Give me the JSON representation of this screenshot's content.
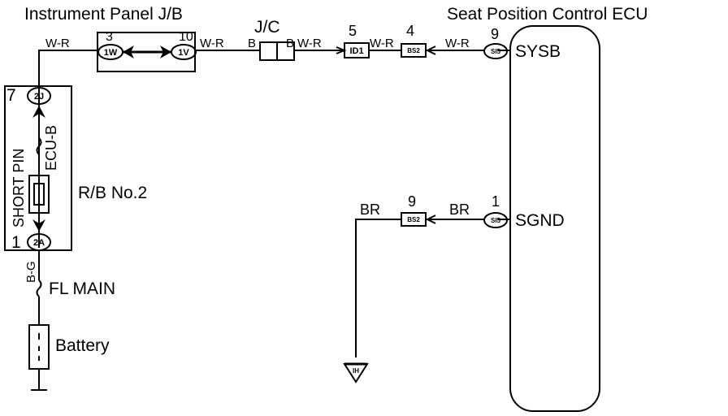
{
  "titles": {
    "instrument_panel_jb": "Instrument Panel J/B",
    "jc": "J/C",
    "ecu": "Seat Position Control ECU",
    "rb_no2": "R/B No.2",
    "short_pin": "SHORT PIN",
    "ecu_b": "ECU-B",
    "fl_main": "FL MAIN",
    "battery": "Battery"
  },
  "wires": {
    "top_left": "W-R",
    "jb_out": "W-R",
    "jc_in": "B",
    "jc_out_b": "B",
    "jc_out": "W-R",
    "id1_out": "W-R",
    "ecu_out": "W-R",
    "bg": "B-G",
    "br_left": "BR",
    "br_right": "BR"
  },
  "pins": {
    "jb_in": "3",
    "jb_out": "10",
    "id1": "5",
    "bs2_top": "4",
    "si5_top": "9",
    "bs2_bottom": "9",
    "si5_bottom": "1",
    "rb_top": "7",
    "rb_bottom": "1"
  },
  "connectors": {
    "c1w": "1W",
    "c1v": "1V",
    "id1": "ID1",
    "bs2_top": "BS2",
    "si5_top": "SI5",
    "bs2_bottom": "BS2",
    "si5_bottom": "SI5",
    "c2j": "2J",
    "c2a": "2A",
    "ground": "IH"
  },
  "terminals": {
    "sysb": "SYSB",
    "sgnd": "SGND"
  }
}
